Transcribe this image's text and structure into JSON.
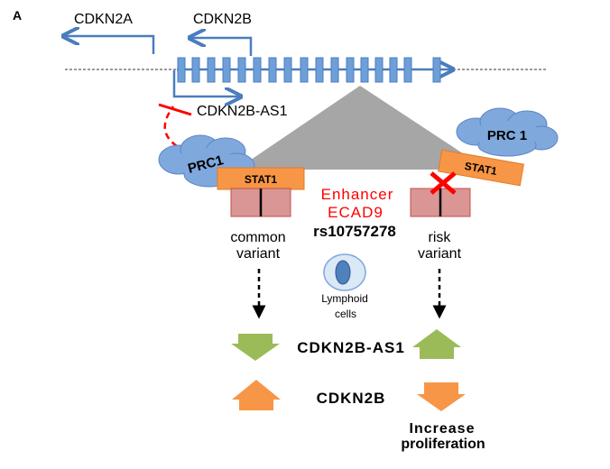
{
  "panel_letter": "A",
  "genes": {
    "cdkn2a": "CDKN2A",
    "cdkn2b": "CDKN2B",
    "antisense": "CDKN2B-AS1"
  },
  "complexes": {
    "prc1_left": "PRC1",
    "prc1_right": "PRC 1",
    "stat1_left": "STAT1",
    "stat1_right": "STAT1"
  },
  "enhancer": {
    "line1": "Enhancer",
    "line2": "ECAD9",
    "snp": "rs10757278"
  },
  "variants": {
    "common_line1": "common",
    "common_line2": "variant",
    "risk_line1": "risk",
    "risk_line2": "variant"
  },
  "cell": {
    "line1": "Lymphoid",
    "line2": "cells"
  },
  "outcomes": {
    "antisense_label": "CDKN2B-AS1",
    "cdkn2b_label": "CDKN2B",
    "result_line1": "Increase",
    "result_line2": "proliferation"
  },
  "colors": {
    "gene_blue": "#4a7dbf",
    "exon_blue": "#6f9fd8",
    "cloud_blue": "#7fa8dc",
    "stat_orange": "#f79646",
    "green_arrow": "#9bbb59",
    "orange_arrow": "#f79646",
    "enhancer_pink": "#d99694",
    "red": "#ff0000",
    "triangle_gray": "#a6a6a6"
  }
}
